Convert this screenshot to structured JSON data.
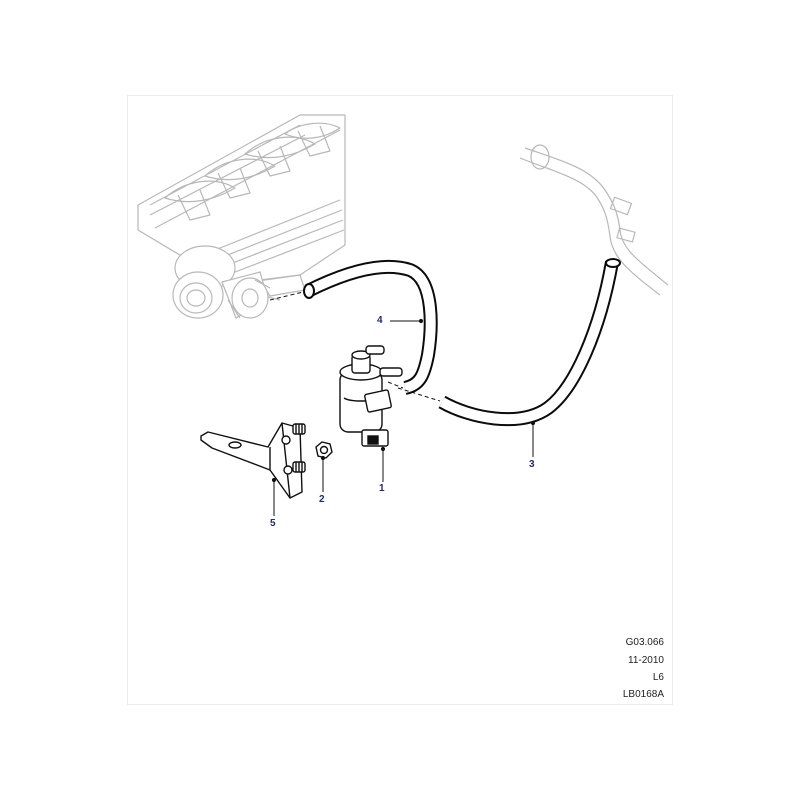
{
  "callouts": [
    {
      "label": "1"
    },
    {
      "label": "2"
    },
    {
      "label": "3"
    },
    {
      "label": "4"
    },
    {
      "label": "5"
    }
  ],
  "meta": {
    "ref": "G03.066",
    "date": "11-2010",
    "model": "L6",
    "illustration": "LB0168A"
  },
  "colors": {
    "callout_text": "#1f2a7a",
    "line": "#111111",
    "ghost_line": "#b8b8b8",
    "hose": "#0b0b0b"
  }
}
